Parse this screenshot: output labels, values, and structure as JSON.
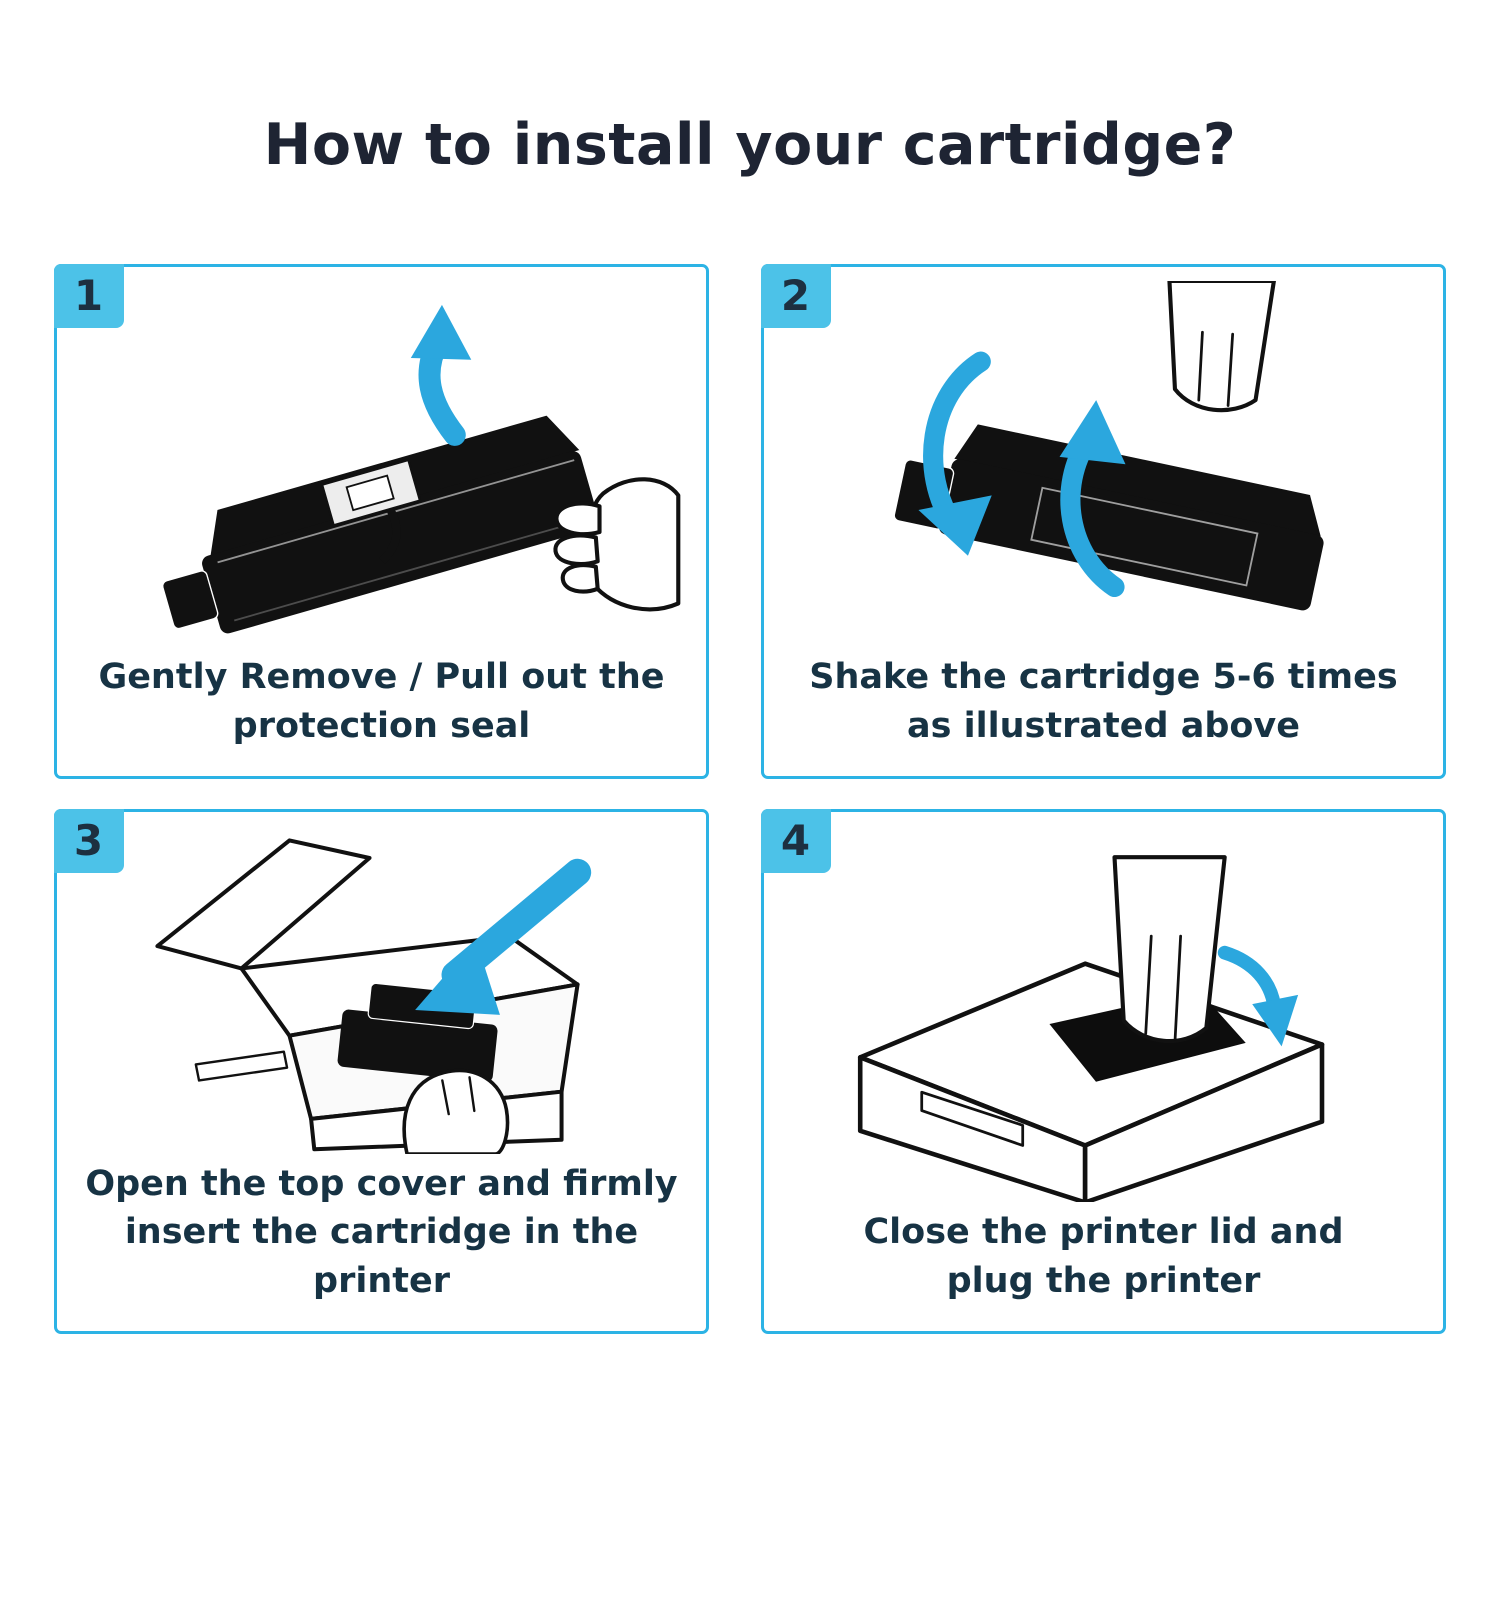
{
  "page": {
    "title": "How to install your cartridge?"
  },
  "colors": {
    "panel_border": "#2cb3e5",
    "badge_background": "#4cc2e8",
    "badge_number": "#1d3040",
    "heading_text": "#1e2433",
    "caption_text": "#173344",
    "arrow": "#2ba7de",
    "line_art": "#111111"
  },
  "steps": [
    {
      "number": "1",
      "illustration": "pull-protection-seal",
      "lines": [
        "Gently Remove / Pull out the",
        "protection seal"
      ]
    },
    {
      "number": "2",
      "illustration": "shake-cartridge",
      "lines": [
        "Shake the cartridge 5-6 times",
        "as illustrated above"
      ]
    },
    {
      "number": "3",
      "illustration": "insert-cartridge-in-printer",
      "lines": [
        "Open the top cover and firmly",
        "insert the cartridge in the printer"
      ]
    },
    {
      "number": "4",
      "illustration": "close-printer-lid",
      "lines": [
        "Close the printer lid and",
        "plug the printer"
      ]
    }
  ]
}
